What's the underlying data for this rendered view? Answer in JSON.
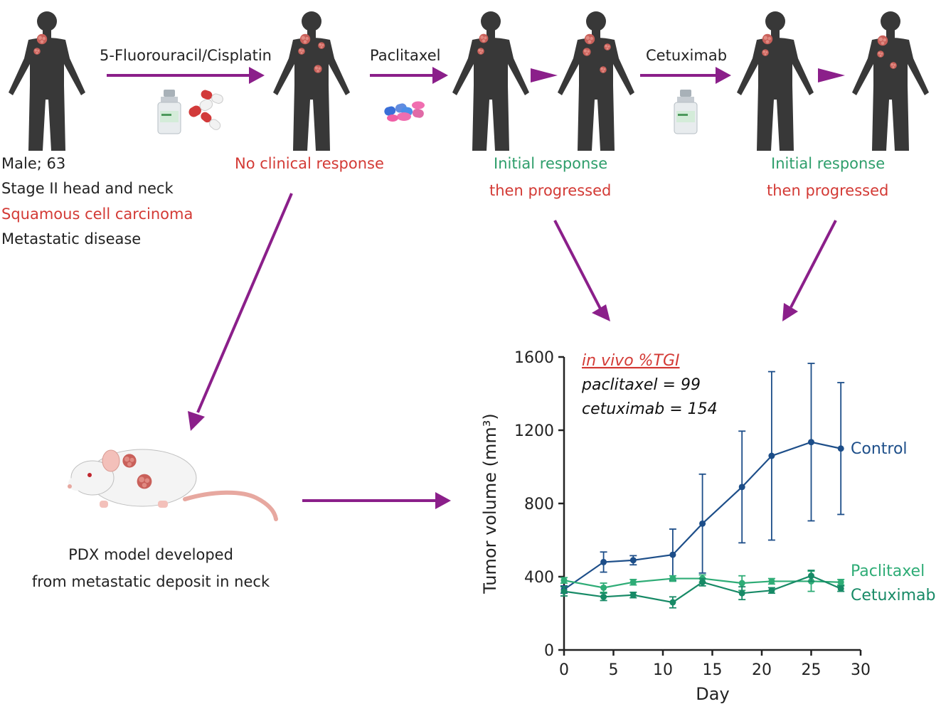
{
  "colors": {
    "arrow": "#8b1f8a",
    "red": "#d33a35",
    "green": "#2e9e6b",
    "control": "#1d4e89",
    "paclitaxel": "#2eac76",
    "cetuximab": "#178a66",
    "body": "#383838",
    "tumor": "#c9605a"
  },
  "top": {
    "drug1": "5-Fluorouracil/Cisplatin",
    "drug2": "Paclitaxel",
    "drug3": "Cetuximab"
  },
  "patient": {
    "line1": "Male; 63",
    "line2": "Stage II head and neck",
    "line3": "Squamous cell carcinoma",
    "line4": "Metastatic disease"
  },
  "responses": {
    "no_response": "No clinical response",
    "initial1": "Initial response",
    "progressed1": "then progressed",
    "initial2": "Initial response",
    "progressed2": "then progressed"
  },
  "pdx": {
    "line1": "PDX model developed",
    "line2": "from metastatic deposit in neck"
  },
  "icons": {
    "vial": "vial-icon",
    "capsules": "capsules-icon",
    "pills": "pills-icon",
    "human": "human-silhouette-icon",
    "mouse": "mouse-icon"
  },
  "chart_data": {
    "type": "line",
    "xlabel": "Day",
    "ylabel": "Tumor volume (mm³)",
    "xlim": [
      0,
      30
    ],
    "ylim": [
      0,
      1600
    ],
    "xticks": [
      "0",
      "5",
      "10",
      "15",
      "20",
      "25",
      "30"
    ],
    "yticks": [
      "0",
      "400",
      "800",
      "1200",
      "1600"
    ],
    "annotation": {
      "title": "in vivo %TGI",
      "line1": "paclitaxel = 99",
      "line2": "cetuximab = 154"
    },
    "series": [
      {
        "name": "Control",
        "color": "#1d4e89",
        "x": [
          0,
          4,
          7,
          11,
          14,
          18,
          21,
          25,
          28
        ],
        "y": [
          330,
          480,
          490,
          520,
          690,
          890,
          1060,
          1135,
          1100
        ],
        "err": [
          20,
          55,
          25,
          140,
          270,
          305,
          460,
          430,
          360
        ]
      },
      {
        "name": "Paclitaxel",
        "color": "#2eac76",
        "x": [
          0,
          4,
          7,
          11,
          14,
          18,
          21,
          25,
          28
        ],
        "y": [
          380,
          340,
          370,
          390,
          390,
          365,
          375,
          375,
          370
        ],
        "err": [
          15,
          25,
          15,
          15,
          20,
          40,
          15,
          55,
          15
        ]
      },
      {
        "name": "Cetuximab",
        "color": "#178a66",
        "x": [
          0,
          4,
          7,
          11,
          14,
          18,
          21,
          25,
          28
        ],
        "y": [
          320,
          290,
          300,
          260,
          370,
          310,
          325,
          405,
          335
        ],
        "err": [
          25,
          20,
          15,
          30,
          20,
          35,
          15,
          30,
          15
        ]
      }
    ]
  }
}
